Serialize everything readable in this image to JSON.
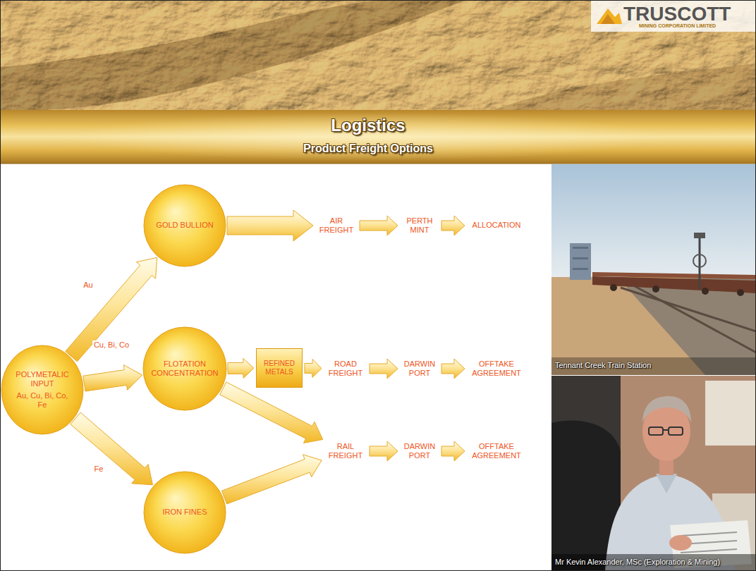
{
  "diagram": {
    "title": "Logistics",
    "nodes": [
      {
        "text": [
          "POLYMETALIC INPUT",
          "Au, Cu, Bi, Co, Fe"
        ]
      },
      {
        "text": [
          "GOLD BULLION"
        ]
      },
      {
        "text": [
          "AIR FREIGHT"
        ]
      },
      {
        "text": [
          "PERTH MINT"
        ]
      },
      {
        "text": [
          "ALLOCATION"
        ]
      },
      {
        "text": [
          "FLOTATION CONCENTRATION"
        ]
      },
      {
        "text": [
          "REFINED METALS"
        ]
      },
      {
        "text": [
          "ROAD FREIGHT"
        ]
      },
      {
        "text": [
          "DARWIN PORT"
        ]
      },
      {
        "text": [
          "OFFTAKE AGREEMENT"
        ]
      },
      {
        "text": [
          "RAIL FREIGHT"
        ]
      },
      {
        "text": [
          "DARWIN PORT"
        ]
      },
      {
        "text": [
          "OFFTAKE AGREEMENT"
        ]
      },
      {
        "text": [
          "IRON FINES"
        ]
      }
    ],
    "edges": [
      {
        "from": 0,
        "to": 1,
        "label": "Au",
        "arrow": "to"
      },
      {
        "from": 0,
        "to": 5,
        "label": "Cu, Bi, Co",
        "arrow": "to"
      },
      {
        "from": 0,
        "to": 13,
        "label": "Fe",
        "arrow": "to"
      },
      {
        "from": 1,
        "to": 2,
        "arrow": "to"
      },
      {
        "from": 2,
        "to": 3,
        "arrow": "to"
      },
      {
        "from": 3,
        "to": 4,
        "arrow": "to"
      },
      {
        "from": 5,
        "to": 6,
        "arrow": "to"
      },
      {
        "from": 6,
        "to": 7,
        "arrow": "to"
      },
      {
        "from": 7,
        "to": 8,
        "arrow": "to"
      },
      {
        "from": 8,
        "to": 9,
        "arrow": "to"
      },
      {
        "from": 5,
        "to": 10,
        "arrow": "to"
      },
      {
        "from": 13,
        "to": 10,
        "arrow": "to"
      },
      {
        "from": 10,
        "to": 11,
        "arrow": "to"
      },
      {
        "from": 11,
        "to": 12,
        "arrow": "to"
      }
    ],
    "labels": [
      "TRUSCOTT",
      "MINING CORPORATION LIMITED",
      "Product Freight Options",
      "Tennant Creek Train Station",
      "Mr Kevin Alexander, MSc (Exploration & Mining)"
    ]
  }
}
